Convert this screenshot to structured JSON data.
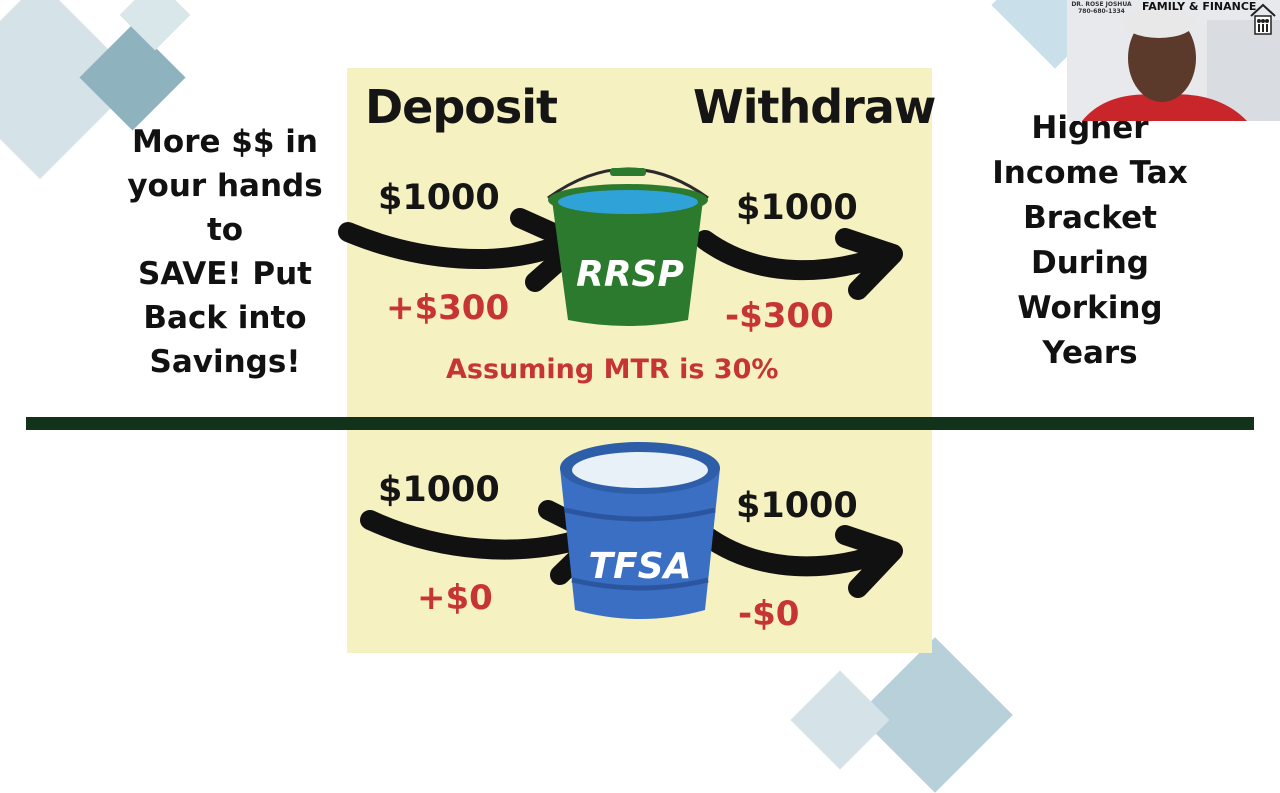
{
  "left_text": [
    "More $$ in",
    "your hands to",
    "SAVE! Put",
    "Back into",
    "Savings!"
  ],
  "right_text": [
    "Higher",
    "Income Tax",
    "Bracket",
    "During",
    "Working",
    "Years"
  ],
  "rrsp": {
    "deposit_heading": "Deposit",
    "withdraw_heading": "Withdraw",
    "deposit_amount": "$1000",
    "withdraw_amount": "$1000",
    "deposit_tax": "+$300",
    "withdraw_tax": "-$300",
    "bucket_label": "RRSP",
    "note": "Assuming MTR is 30%"
  },
  "tfsa": {
    "deposit_amount": "$1000",
    "withdraw_amount": "$1000",
    "deposit_tax": "+$0",
    "withdraw_tax": "-$0",
    "bucket_label": "TFSA"
  },
  "webcam": {
    "presenter_name": "DR. ROSE JOSHUA",
    "presenter_phone": "780-680-1334",
    "brand": "FAMILY & FINANCE",
    "icon": "family-home-icon"
  },
  "colors": {
    "panel_bg": "#f6f1c1",
    "red_text": "#c73434",
    "divider": "#123319",
    "rrsp_bucket": "#2c7a2e",
    "tfsa_bucket": "#3a6fc4",
    "diamond_light": "#c9dde4",
    "diamond_dark": "#7fa9b9"
  }
}
